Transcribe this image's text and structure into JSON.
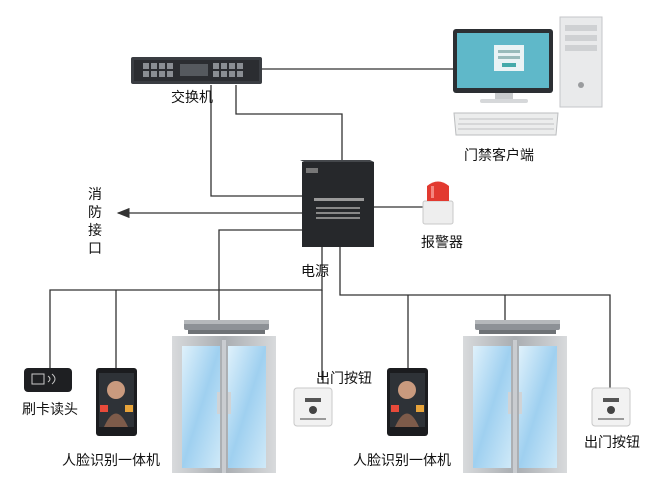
{
  "labels": {
    "switch": "交换机",
    "client": "门禁客户端",
    "fire": "消防接口",
    "alarm": "报警器",
    "power": "电源",
    "card_reader": "刷卡读头",
    "face_left": "人脸识别一体机",
    "exit_left": "出门按钮",
    "face_right": "人脸识别一体机",
    "exit_right": "出门按钮"
  },
  "colors": {
    "wire": "#333333",
    "glass": "#9fd0f0",
    "door_frame": "#b9bcc0",
    "alarm": "#e23a30"
  },
  "icons": [
    "network-switch-icon",
    "desktop-computer-icon",
    "power-supply-box-icon",
    "alarm-siren-icon",
    "card-reader-icon",
    "face-terminal-icon",
    "glass-door-icon",
    "magnetic-lock-icon",
    "exit-button-icon"
  ]
}
